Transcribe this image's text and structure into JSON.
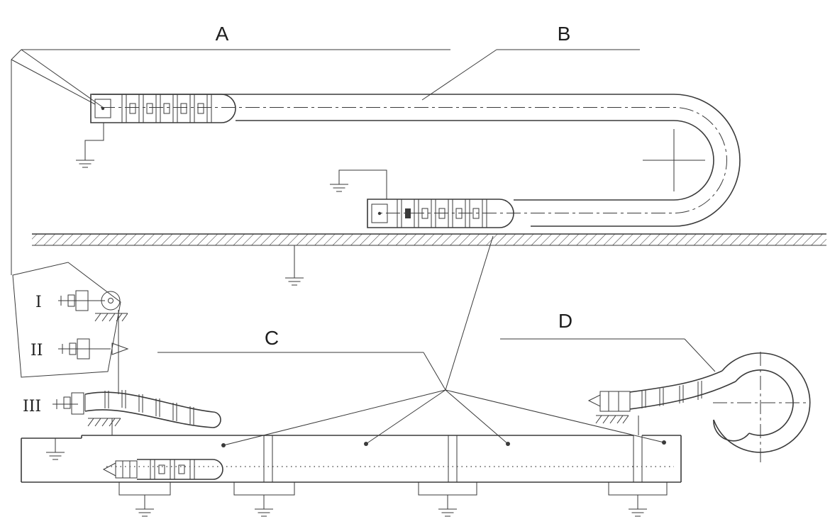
{
  "colors": {
    "ink": "#3a3a3a",
    "background": "#ffffff"
  },
  "callouts": {
    "a": "A",
    "b": "B",
    "c": "C",
    "d": "D"
  },
  "positions": {
    "i": "I",
    "ii": "II",
    "iii": "III"
  }
}
